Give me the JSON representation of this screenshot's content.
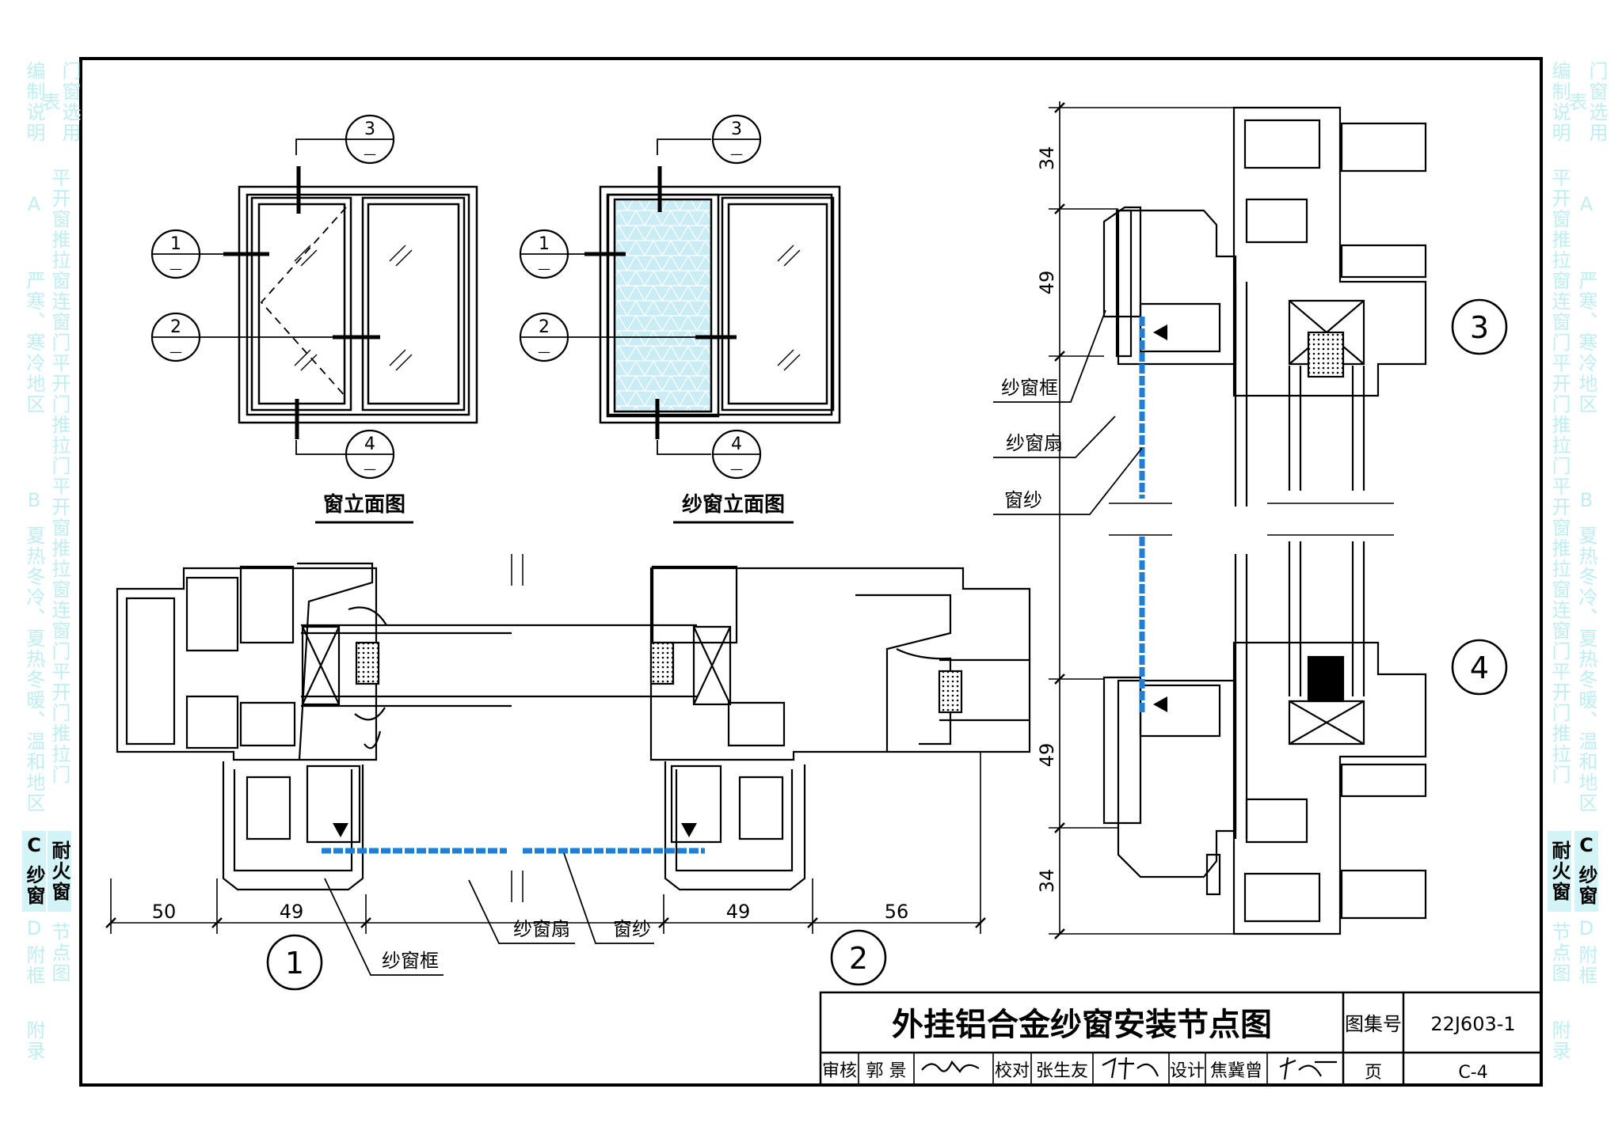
{
  "side_tabs": {
    "left_outer": [
      "编制说明",
      "A",
      "严寒、寒冷地区",
      "B",
      "夏热冬冷、夏热冬暖、温和地区",
      "C",
      "纱窗",
      "D",
      "附框",
      "附录"
    ],
    "left_inner": [
      "门窗选用表",
      "平开窗",
      "推拉窗",
      "连窗门",
      "平开门",
      "推拉门",
      "平开窗",
      "推拉窗",
      "连窗门",
      "平开门",
      "推拉门",
      "耐火窗",
      "节点图"
    ],
    "right_outer": [
      "门窗选用表",
      "平开窗",
      "推拉窗",
      "连窗门",
      "平开门",
      "推拉门",
      "平开窗",
      "推拉窗",
      "连窗门",
      "平开门",
      "推拉门",
      "耐火窗",
      "节点图",
      "附录"
    ],
    "right_inner": [
      "编制说明",
      "A",
      "严寒、寒冷地区",
      "B",
      "夏热冬冷、夏热冬暖、温和地区",
      "C",
      "纱窗",
      "D",
      "附框"
    ]
  },
  "elevations": {
    "window_title": "窗立面图",
    "screen_title": "纱窗立面图",
    "callouts": [
      "1",
      "2",
      "3",
      "4"
    ],
    "callout_sub": "—"
  },
  "details": {
    "tags": [
      "1",
      "2",
      "3",
      "4"
    ],
    "dims_horizontal": [
      "50",
      "49",
      "49",
      "56"
    ],
    "dims_vertical": [
      "34",
      "49",
      "49",
      "34"
    ],
    "labels": {
      "screen_frame": "纱窗框",
      "screen_sash": "纱窗扇",
      "screen_mesh": "窗纱"
    }
  },
  "title_block": {
    "title": "外挂铝合金纱窗安装节点图",
    "atlas_label": "图集号",
    "atlas_no": "22J603-1",
    "review_label": "审核",
    "reviewer": "郭 景",
    "check_label": "校对",
    "checker": "张生友",
    "design_label": "设计",
    "designer": "焦冀曾",
    "page_label": "页",
    "page_no": "C-4"
  },
  "colors": {
    "line": "#000000",
    "mesh": "#1e7fd6",
    "mesh_fill": "#c9ecf5",
    "tab_text": "#bfeef2",
    "tab_active": "#d3f4f7"
  }
}
